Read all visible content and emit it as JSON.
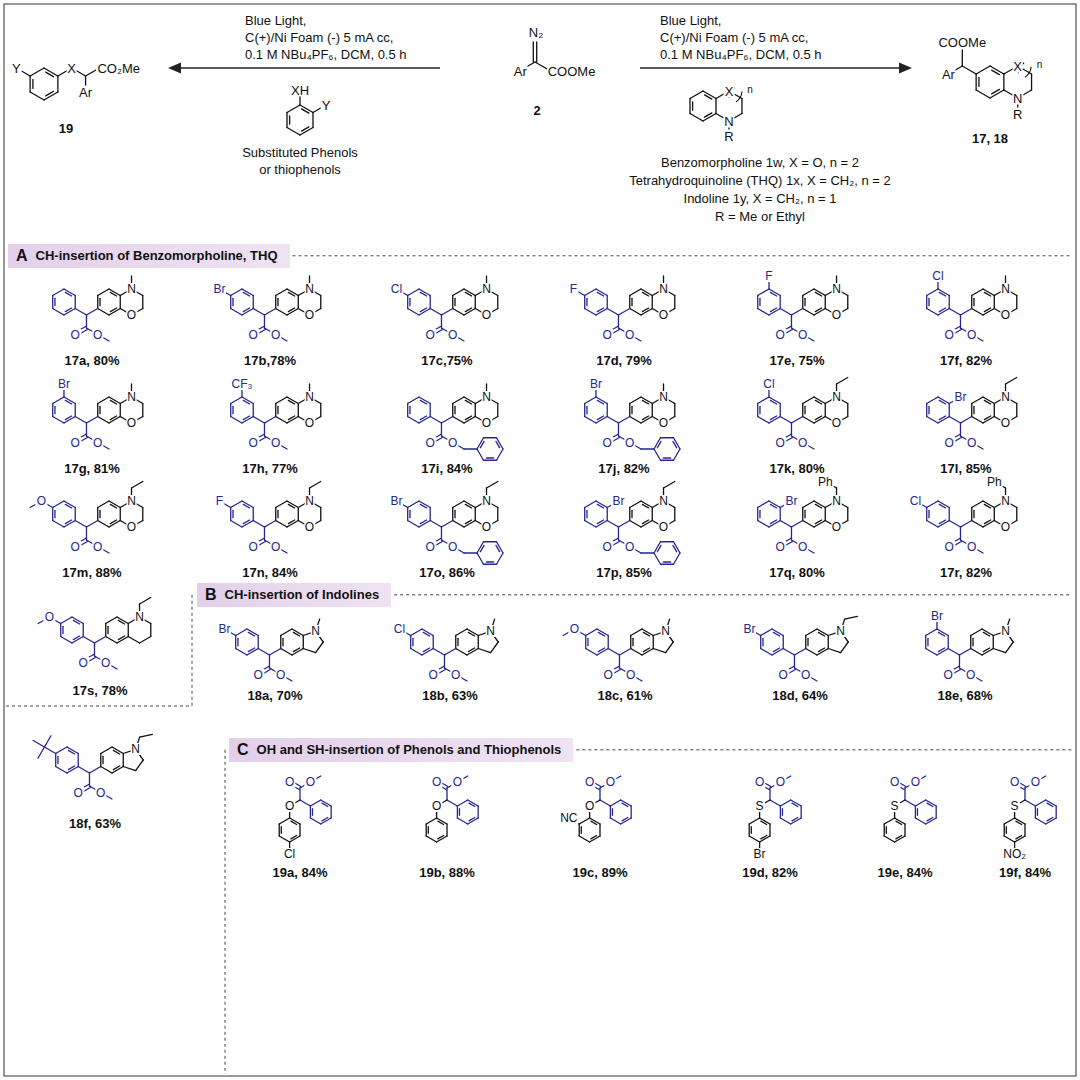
{
  "diagram": {
    "nodes": [
      {
        "text": [
          "A",
          "CH-insertion of Benzomorpholine, THQ"
        ]
      },
      {
        "text": [
          "B",
          "CH-insertion of Indolines"
        ]
      },
      {
        "text": [
          "C",
          "OH and SH-insertion of Phenols and Thiophenols"
        ]
      }
    ],
    "labels": [
      "Blue Light,",
      "C(+)/Ni Foam (-) 5 mA cc,",
      "0.1 M NBu₄PF₆, DCM, 0.5 h",
      "Blue Light,",
      "C(+)/Ni Foam (-) 5 mA cc,",
      "0.1 M NBu₄PF₆, DCM, 0.5 h",
      "Y",
      "X",
      "CO₂Me",
      "Ar",
      "19",
      "XH",
      "Y",
      "Substituted Phenols",
      "or thiophenols",
      "N₂",
      "Ar",
      "COOMe",
      "2",
      "X",
      "n",
      "N",
      "R",
      "Benzomorpholine 1w, X = O, n = 2",
      "Tetrahydroquinoline (THQ) 1x, X = CH₂, n = 2",
      "Indoline 1y, X = CH₂, n = 1",
      "R = Me or Ethyl",
      "COOMe",
      "Ar",
      "X",
      "n",
      "N",
      "R",
      "17, 18",
      "N",
      "O",
      "O",
      "O",
      "17a, 80%",
      "N",
      "O",
      "Br",
      "O",
      "O",
      "17b,78%",
      "N",
      "O",
      "Cl",
      "O",
      "O",
      "17c,75%",
      "N",
      "O",
      "F",
      "O",
      "O",
      "17d, 79%",
      "N",
      "O",
      "F",
      "O",
      "O",
      "17e, 75%",
      "N",
      "O",
      "Cl",
      "O",
      "O",
      "17f, 82%",
      "N",
      "O",
      "Br",
      "O",
      "O",
      "17g, 81%",
      "N",
      "O",
      "CF₃",
      "O",
      "O",
      "17h, 77%",
      "N",
      "O",
      "O",
      "O",
      "17i, 84%",
      "N",
      "O",
      "Br",
      "O",
      "O",
      "17j, 82%",
      "N",
      "O",
      "Cl",
      "O",
      "O",
      "17k, 80%",
      "N",
      "O",
      "Br",
      "O",
      "O",
      "17l, 85%",
      "N",
      "O",
      "O",
      "O",
      "O",
      "17m, 88%",
      "N",
      "O",
      "F",
      "O",
      "O",
      "17n, 84%",
      "N",
      "O",
      "Br",
      "O",
      "O",
      "17o, 86%",
      "N",
      "O",
      "Br",
      "O",
      "O",
      "17p, 85%",
      "N",
      "O",
      "Ph",
      "Br",
      "O",
      "O",
      "17q, 80%",
      "N",
      "O",
      "Ph",
      "Cl",
      "O",
      "O",
      "17r, 82%",
      "N",
      "O",
      "O",
      "O",
      "17s, 78%",
      "N",
      "Br",
      "O",
      "O",
      "18a, 70%",
      "N",
      "Cl",
      "O",
      "O",
      "18b, 63%",
      "N",
      "O",
      "O",
      "O",
      "18c, 61%",
      "N",
      "Br",
      "O",
      "O",
      "18d, 64%",
      "N",
      "Br",
      "O",
      "O",
      "18e, 68%",
      "N",
      "O",
      "O",
      "18f, 63%",
      "O",
      "O",
      "O",
      "Cl",
      "19a, 84%",
      "O",
      "O",
      "O",
      "19b, 88%",
      "O",
      "O",
      "O",
      "NC",
      "19c, 89%",
      "O",
      "O",
      "S",
      "Br",
      "19d, 82%",
      "O",
      "O",
      "S",
      "19e, 84%",
      "O",
      "O",
      "S",
      "NO₂",
      "19f, 84%"
    ]
  }
}
